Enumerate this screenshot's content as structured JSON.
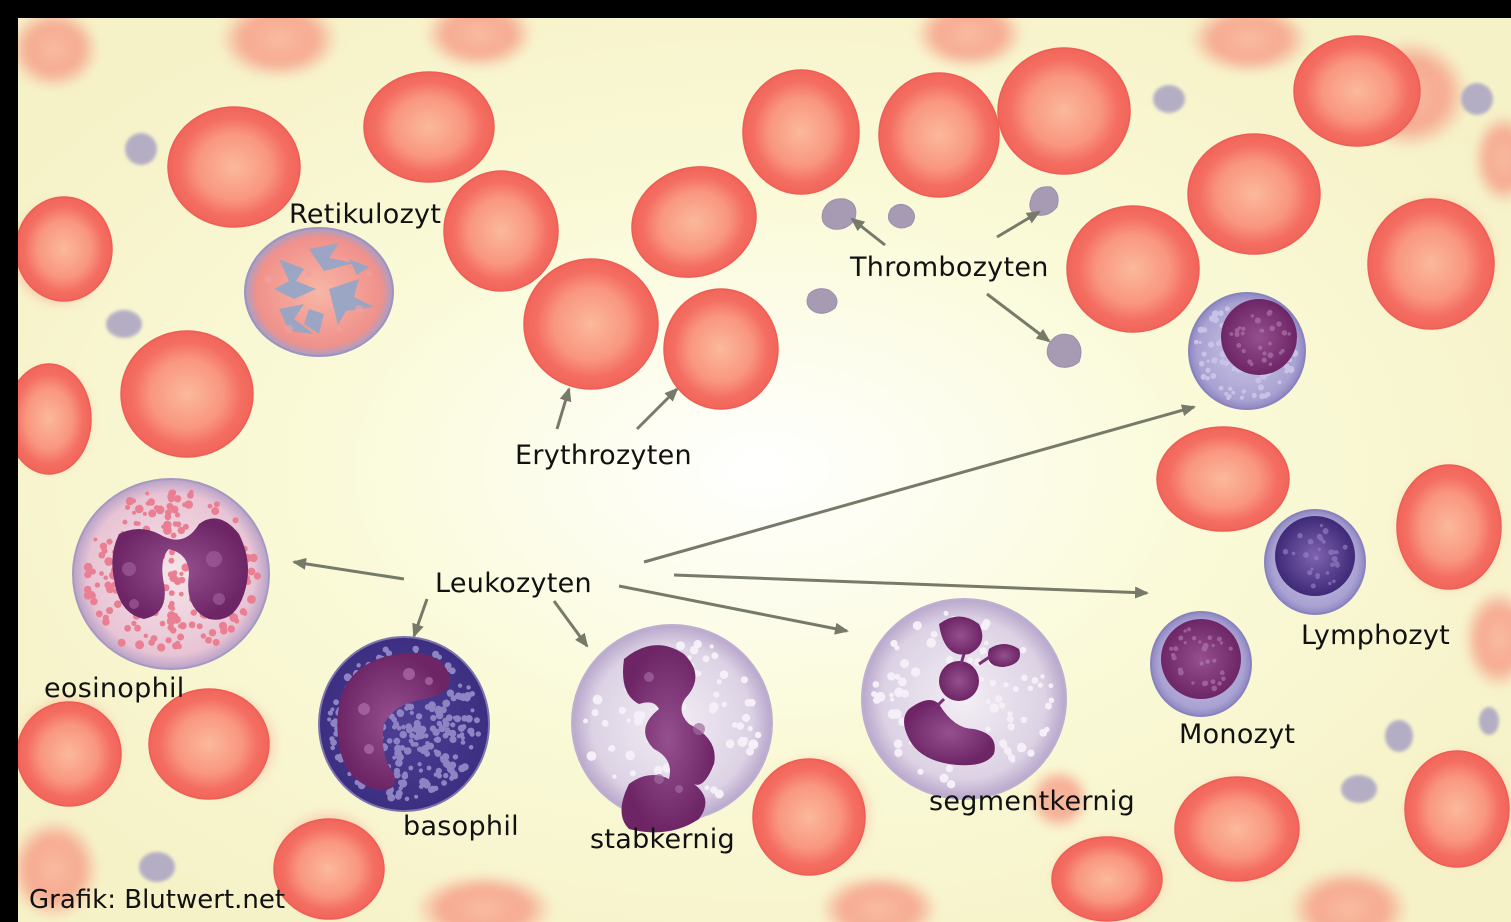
{
  "labels": {
    "reticulocyte": "Retikulozyt",
    "erythrocytes": "Erythrozyten",
    "thrombocytes": "Thrombozyten",
    "leukocytes": "Leukozyten",
    "eosinophil": "eosinophil",
    "basophil": "basophil",
    "band": "stabkernig",
    "segmented": "segmentkernig",
    "lymphocyte": "Lymphozyt",
    "monocyte": "Monozyt"
  },
  "credit": "Grafik: Blutwert.net",
  "colors": {
    "background": "#fbf9d9",
    "erythrocyte": "#f4796a",
    "erythrocyte_center": "#fbb79b",
    "platelet": "#a79ab3",
    "nucleus": "#7b2f78",
    "arrow": "#767a68",
    "frame": "#000000"
  }
}
